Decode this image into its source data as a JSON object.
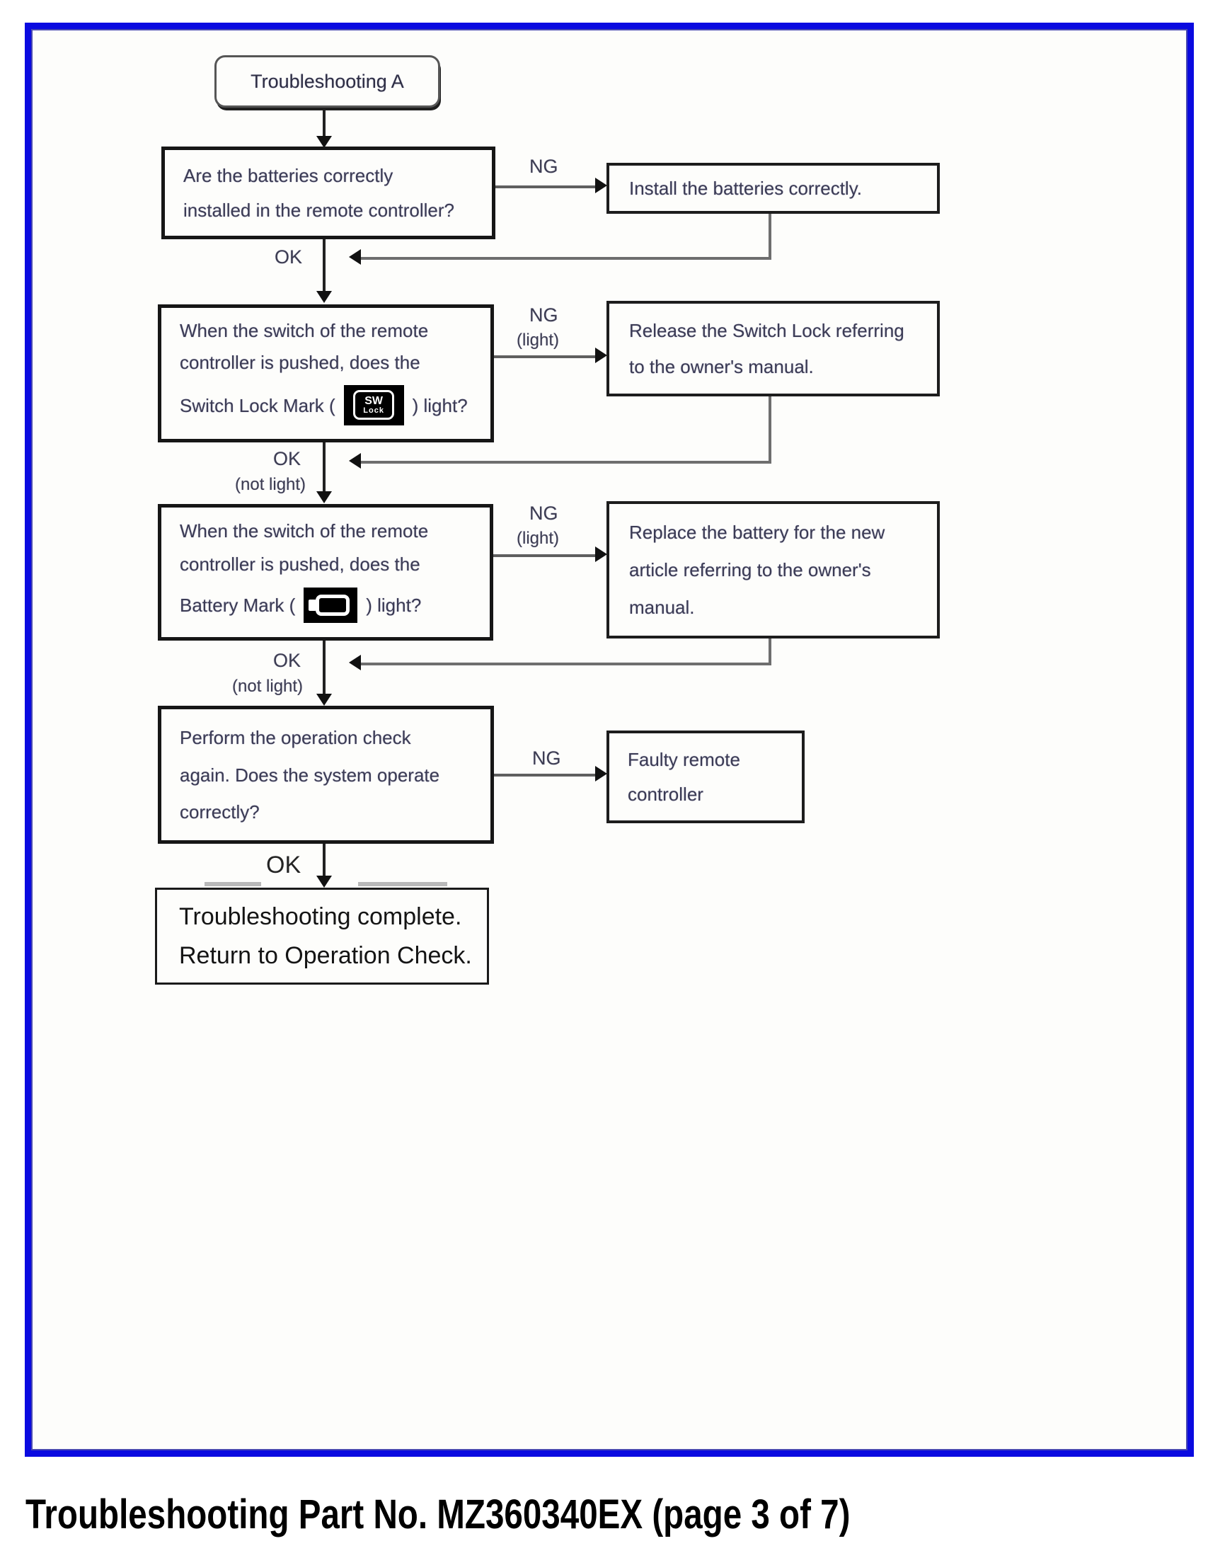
{
  "caption": "Troubleshooting Part No. MZ360340EX (page 3 of 7)",
  "labels": {
    "ng": "NG",
    "ok": "OK",
    "light": "(light)",
    "not_light": "(not light)"
  },
  "start": {
    "label": "Troubleshooting A"
  },
  "q1": {
    "l1": "Are the batteries correctly",
    "l2": "installed in the remote controller?"
  },
  "a1": {
    "l1": "Install the batteries correctly."
  },
  "q2": {
    "l1": "When the switch of the remote",
    "l2": "controller is pushed, does the",
    "l3a": "Switch Lock Mark (",
    "l3b": ") light?",
    "icon": {
      "top": "SW",
      "bottom": "Lock"
    }
  },
  "a2": {
    "l1": "Release the Switch Lock referring",
    "l2": "to the owner's manual."
  },
  "q3": {
    "l1": "When the switch of the remote",
    "l2": "controller is pushed, does the",
    "l3a": "Battery Mark (",
    "l3b": ") light?"
  },
  "a3": {
    "l1": "Replace the battery for the new",
    "l2": "article referring to the owner's",
    "l3": "manual."
  },
  "q4": {
    "l1": "Perform the operation check",
    "l2": "again. Does the system operate",
    "l3": "correctly?"
  },
  "a4": {
    "l1": "Faulty remote",
    "l2": "controller"
  },
  "end": {
    "l1": "Troubleshooting complete.",
    "l2": "Return to Operation Check."
  },
  "colors": {
    "frame_blue": "#0a0ae0",
    "box_border": "#161616",
    "gray_line": "#6e6e6e",
    "text": "#3b3b54"
  }
}
